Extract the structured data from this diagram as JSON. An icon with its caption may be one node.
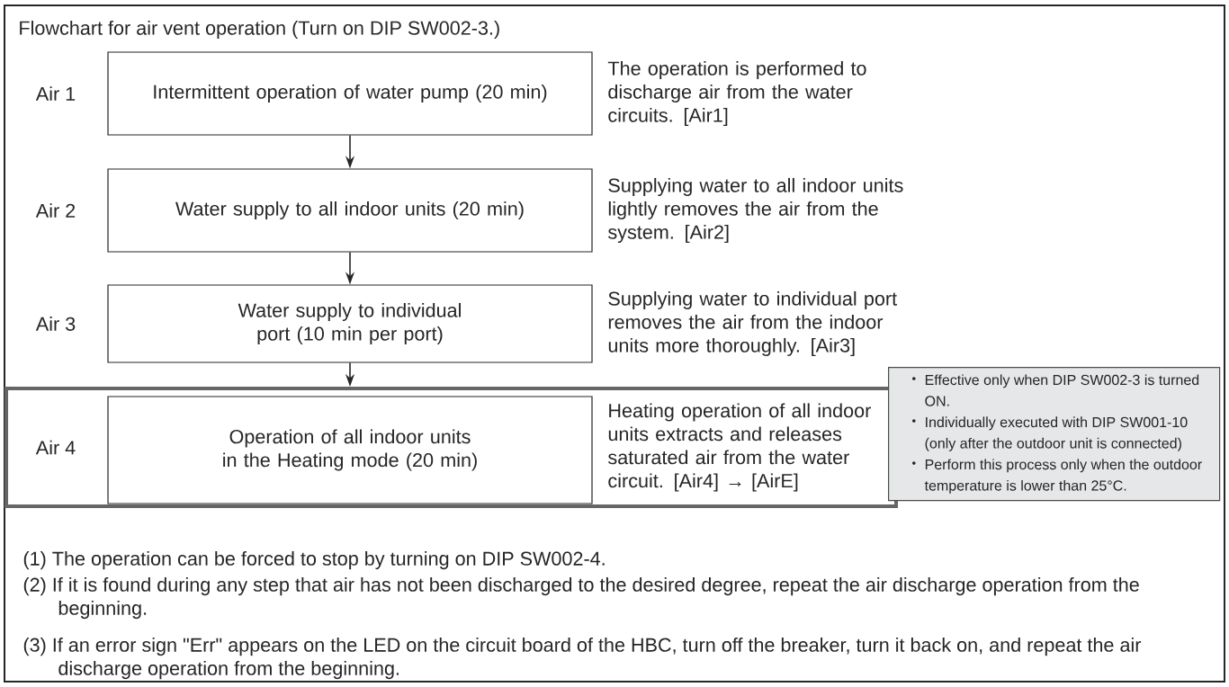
{
  "diagram": {
    "title": "Flowchart for air vent operation (Turn on DIP SW002-3.)",
    "nodes": [
      {
        "text": [
          "Intermittent operation of water pump (20 min)"
        ],
        "beside": [
          "Air 1",
          "The operation is performed to discharge air from the water circuits. [Air1]"
        ]
      },
      {
        "text": [
          "Water supply to all indoor units (20 min)"
        ],
        "beside": [
          "Air 2",
          "Supplying water to all indoor units lightly removes the air from the system. [Air2]"
        ]
      },
      {
        "text": [
          "Water supply to individual port (10 min per port)"
        ],
        "beside": [
          "Air 3",
          "Supplying water to individual port removes the air from the indoor units more thoroughly. [Air3]"
        ]
      },
      {
        "text": [
          "Air 4",
          "Heating operation of all indoor units extracts and releases saturated air from the water circuit. [Air4] → [AirE]"
        ]
      },
      {
        "text": [
          "Operation of all indoor units in the Heating mode (20 min)"
        ],
        "in": 3
      },
      {
        "text": [
          "Effective only when DIP SW002-3 is turned ON.",
          "Individually executed with DIP SW001-10 (only after the outdoor unit is connected)",
          "Perform this process only when the outdoor temperature is lower than 25°C."
        ]
      }
    ],
    "edges": [
      {
        "from": 0,
        "to": 1,
        "arrow": "to"
      },
      {
        "from": 1,
        "to": 2,
        "arrow": "to"
      },
      {
        "from": 2,
        "to": 3,
        "arrow": "to"
      }
    ],
    "labels": [
      "(1) The operation can be forced to stop by turning on DIP SW002-4.",
      "(2) If it is found during any step that air has not been discharged to the desired degree, repeat the air discharge operation from the beginning.",
      "(3) If an error sign \"Err\" appears on the LED on the circuit board of the HBC, turn off the breaker, turn it back on, and repeat the air discharge operation from the beginning."
    ]
  }
}
